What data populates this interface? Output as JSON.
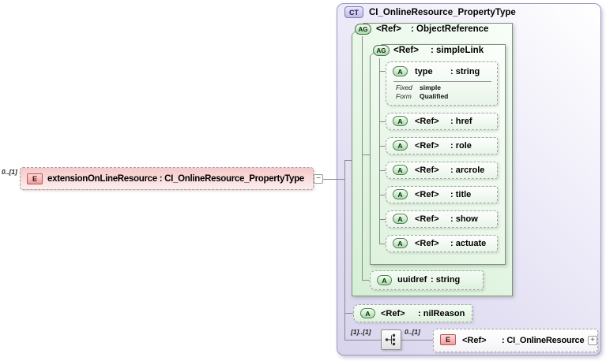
{
  "colors": {
    "element_pink": "#f6c8c8",
    "group_green": "#d5efd5",
    "complex_type_lavender": "#dcd9ef",
    "badge_green": "#a6dca6",
    "badge_pink": "#f09d9d",
    "connector_gray": "#8a8a8a"
  },
  "element": {
    "cardinality": "0..[1]",
    "badge": "E",
    "label": "extensionOnLineResource : CI_OnlineResource_PropertyType",
    "collapse_glyph": "−"
  },
  "complex_type": {
    "badge": "CT",
    "title": "CI_OnlineResource_PropertyType",
    "object_reference": {
      "badge": "AG",
      "name": "<Ref>",
      "type": ": ObjectReference"
    },
    "simple_link": {
      "badge": "AG",
      "name": "<Ref>",
      "type": ": simpleLink"
    },
    "simple_link_attributes": [
      {
        "badge": "A",
        "name": "type",
        "type": ": string"
      },
      {
        "badge": "A",
        "name": "<Ref>",
        "type": ": href"
      },
      {
        "badge": "A",
        "name": "<Ref>",
        "type": ": role"
      },
      {
        "badge": "A",
        "name": "<Ref>",
        "type": ": arcrole"
      },
      {
        "badge": "A",
        "name": "<Ref>",
        "type": ": title"
      },
      {
        "badge": "A",
        "name": "<Ref>",
        "type": ": show"
      },
      {
        "badge": "A",
        "name": "<Ref>",
        "type": ": actuate"
      }
    ],
    "type_facets": [
      {
        "label": "Fixed",
        "value": "simple"
      },
      {
        "label": "Form",
        "value": "Qualified"
      }
    ],
    "uuidref": {
      "badge": "A",
      "name": "uuidref",
      "type": ": string"
    },
    "nil_reason": {
      "badge": "A",
      "name": "<Ref>",
      "type": ": nilReason"
    },
    "content_model": {
      "compositor_cardinality": "[1]..[1]",
      "child_cardinality": "0..[1]",
      "child": {
        "badge": "E",
        "name": "<Ref>",
        "type": ": CI_OnlineResource",
        "expand_glyph": "+"
      }
    }
  }
}
